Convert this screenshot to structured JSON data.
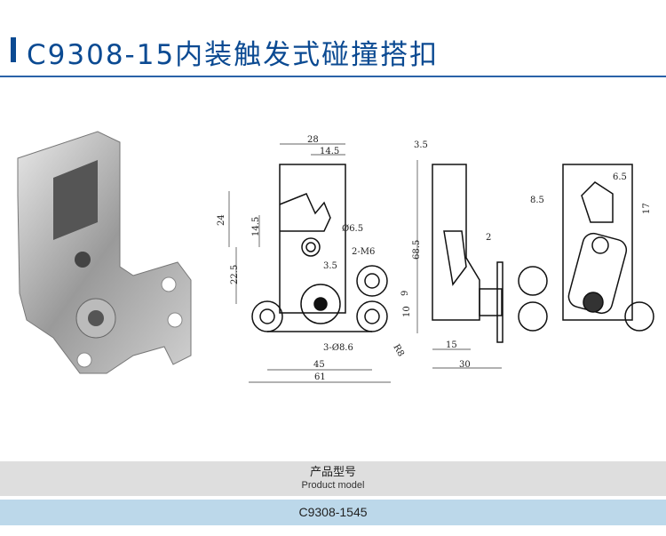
{
  "header": {
    "title": "C9308-15内装触发式碰撞搭扣"
  },
  "drawing": {
    "front_view": {
      "dims": [
        "28",
        "14.5",
        "24",
        "14.5",
        "Ø6.5",
        "2-M6",
        "22.5",
        "3.5",
        "9",
        "10",
        "3-Ø8.6",
        "R8",
        "45",
        "61"
      ]
    },
    "side_view": {
      "dims": [
        "3.5",
        "68.5",
        "2",
        "15",
        "30"
      ]
    },
    "back_view": {
      "dims": [
        "6.5",
        "8.5",
        "17"
      ]
    }
  },
  "table": {
    "header_cn": "产品型号",
    "header_en": "Product model",
    "rows": [
      "C9308-1545"
    ]
  },
  "colors": {
    "accent": "#0b4a92",
    "header_bg": "#dedede",
    "row_bg": "#bcd8ea"
  }
}
